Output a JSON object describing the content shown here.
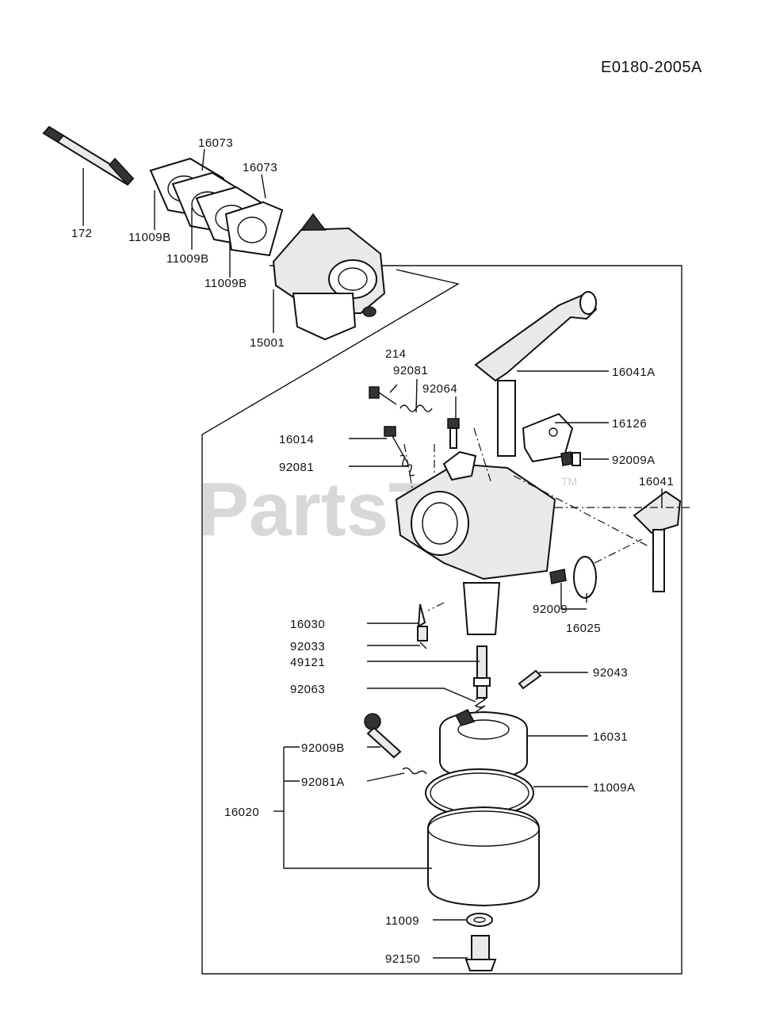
{
  "diagram_code": "E0180-2005A",
  "watermark": {
    "text": "PartsTree",
    "tm": "TM"
  },
  "part_labels": [
    {
      "id": "16073-a",
      "text": "16073"
    },
    {
      "id": "16073-b",
      "text": "16073"
    },
    {
      "id": "172",
      "text": "172"
    },
    {
      "id": "11009B-a",
      "text": "11009B"
    },
    {
      "id": "11009B-b",
      "text": "11009B"
    },
    {
      "id": "11009B-c",
      "text": "11009B"
    },
    {
      "id": "15001",
      "text": "15001"
    },
    {
      "id": "214",
      "text": "214"
    },
    {
      "id": "92081-a",
      "text": "92081"
    },
    {
      "id": "92064",
      "text": "92064"
    },
    {
      "id": "16041A",
      "text": "16041A"
    },
    {
      "id": "16126",
      "text": "16126"
    },
    {
      "id": "16014",
      "text": "16014"
    },
    {
      "id": "92009A",
      "text": "92009A"
    },
    {
      "id": "92081-b",
      "text": "92081"
    },
    {
      "id": "16041",
      "text": "16041"
    },
    {
      "id": "16030",
      "text": "16030"
    },
    {
      "id": "92009",
      "text": "92009"
    },
    {
      "id": "16025",
      "text": "16025"
    },
    {
      "id": "92033",
      "text": "92033"
    },
    {
      "id": "49121",
      "text": "49121"
    },
    {
      "id": "92043",
      "text": "92043"
    },
    {
      "id": "92063",
      "text": "92063"
    },
    {
      "id": "16031",
      "text": "16031"
    },
    {
      "id": "92009B",
      "text": "92009B"
    },
    {
      "id": "92081A",
      "text": "92081A"
    },
    {
      "id": "11009A",
      "text": "11009A"
    },
    {
      "id": "16020",
      "text": "16020"
    },
    {
      "id": "11009",
      "text": "11009"
    },
    {
      "id": "92150",
      "text": "92150"
    }
  ]
}
